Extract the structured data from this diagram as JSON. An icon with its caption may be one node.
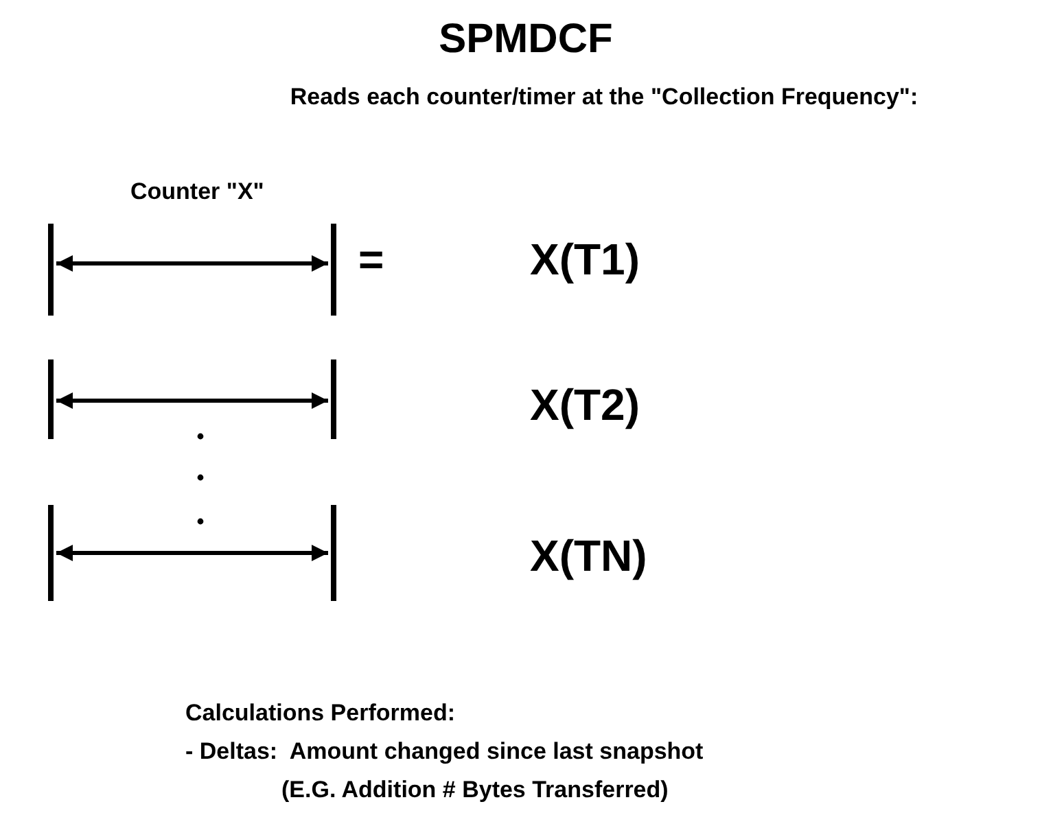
{
  "diagram": {
    "title": "SPMDCF",
    "labels": [
      "Reads each counter/timer at the \"Collection Frequency\":",
      "Counter \"X\"",
      "=",
      "X(T1)",
      "X(T2)",
      "X(TN)",
      "Calculations Performed:",
      "- Deltas:  Amount changed since last snapshot",
      "(E.G. Addition # Bytes Transferred)"
    ]
  }
}
